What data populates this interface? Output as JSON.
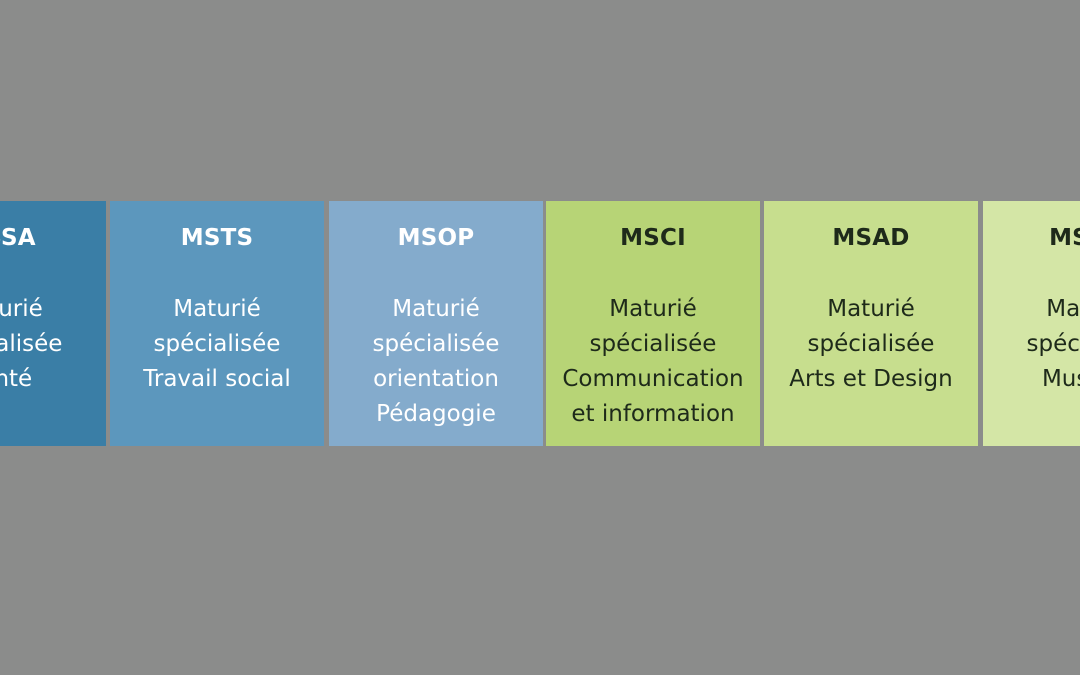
{
  "cards": [
    {
      "code": "MSSA",
      "lines": [
        "Maturié",
        "spécialisée",
        "Santé"
      ],
      "color": "#3a7ea6",
      "text": "light"
    },
    {
      "code": "MSTS",
      "lines": [
        "Maturié",
        "spécialisée",
        "Travail social"
      ],
      "color": "#5c97bd",
      "text": "light"
    },
    {
      "code": "MSOP",
      "lines": [
        "Maturié",
        "spécialisée",
        "orientation",
        "Pédagogie"
      ],
      "color": "#84abcc",
      "text": "light"
    },
    {
      "code": "MSCI",
      "lines": [
        "Maturié",
        "spécialisée",
        "Communication",
        "et information"
      ],
      "color": "#b7d476",
      "text": "dark"
    },
    {
      "code": "MSAD",
      "lines": [
        "Maturié",
        "spécialisée",
        "Arts et Design"
      ],
      "color": "#c7de8e",
      "text": "dark"
    },
    {
      "code": "MSMU",
      "lines": [
        "Maturié",
        "spécialisée",
        "Musique"
      ],
      "color": "#d4e6a6",
      "text": "dark"
    }
  ]
}
